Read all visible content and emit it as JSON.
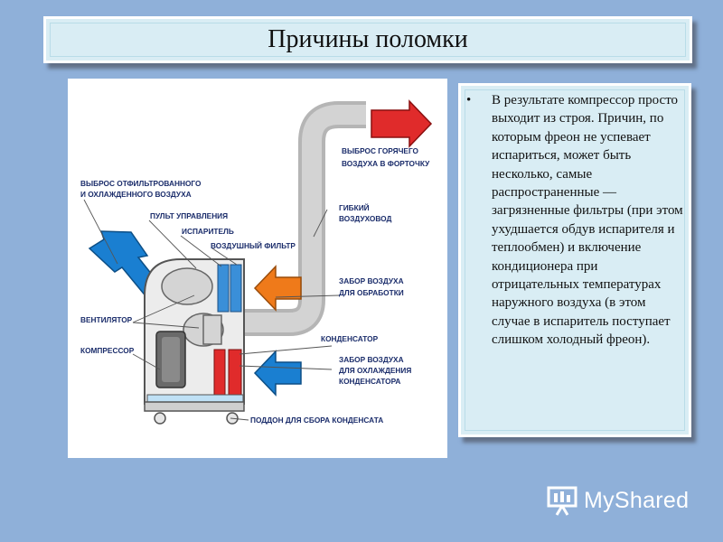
{
  "title": "Причины поломки",
  "diagram": {
    "labels": {
      "hot_air_out_1": "ВЫБРОС ГОРЯЧЕГО",
      "hot_air_out_2": "ВОЗДУХА В ФОРТОЧКУ",
      "cool_air_out_1": "ВЫБРОС ОТФИЛЬТРОВАННОГО",
      "cool_air_out_2": "И ОХЛАЖДЕННОГО ВОЗДУХА",
      "flex_duct_1": "ГИБКИЙ",
      "flex_duct_2": "ВОЗДУХОВОД",
      "control_panel": "ПУЛЬТ УПРАВЛЕНИЯ",
      "evaporator": "ИСПАРИТЕЛЬ",
      "air_filter": "ВОЗДУШНЫЙ ФИЛЬТР",
      "air_intake_1": "ЗАБОР ВОЗДУХА",
      "air_intake_2": "ДЛЯ ОБРАБОТКИ",
      "fan": "ВЕНТИЛЯТОР",
      "condenser": "КОНДЕНСАТОР",
      "compressor": "КОМПРЕССОР",
      "cond_intake_1": "ЗАБОР ВОЗДУХА",
      "cond_intake_2": "ДЛЯ ОХЛАЖДЕНИЯ",
      "cond_intake_3": "КОНДЕНСАТОРА",
      "tray": "ПОДДОН ДЛЯ СБОРА КОНДЕНСАТА"
    }
  },
  "body_text": "В результате компрессор просто выходит из строя. Причин, по которым фреон не успевает испариться, может быть несколько, самые распространенные — загрязненные фильтры (при этом ухудшается обдув испарителя и теплообмен) и включение кондиционера при отрицательных температурах наружного воздуха (в этом случае в испаритель поступает слишком холодный фреон).",
  "logo": {
    "text": "MyShared",
    "icon": "presentation-screen-icon"
  },
  "colors": {
    "background": "#8fb0d9",
    "panel": "#d9edf4",
    "hot_arrow": "#e02b2b",
    "intake_arrow": "#ef7a1a",
    "cool_arrow": "#1a7fd1",
    "evaporator": "#3a8fd8",
    "condenser": "#e02b2b",
    "duct": "#c9c9c9",
    "label_text": "#1b2d6b"
  }
}
